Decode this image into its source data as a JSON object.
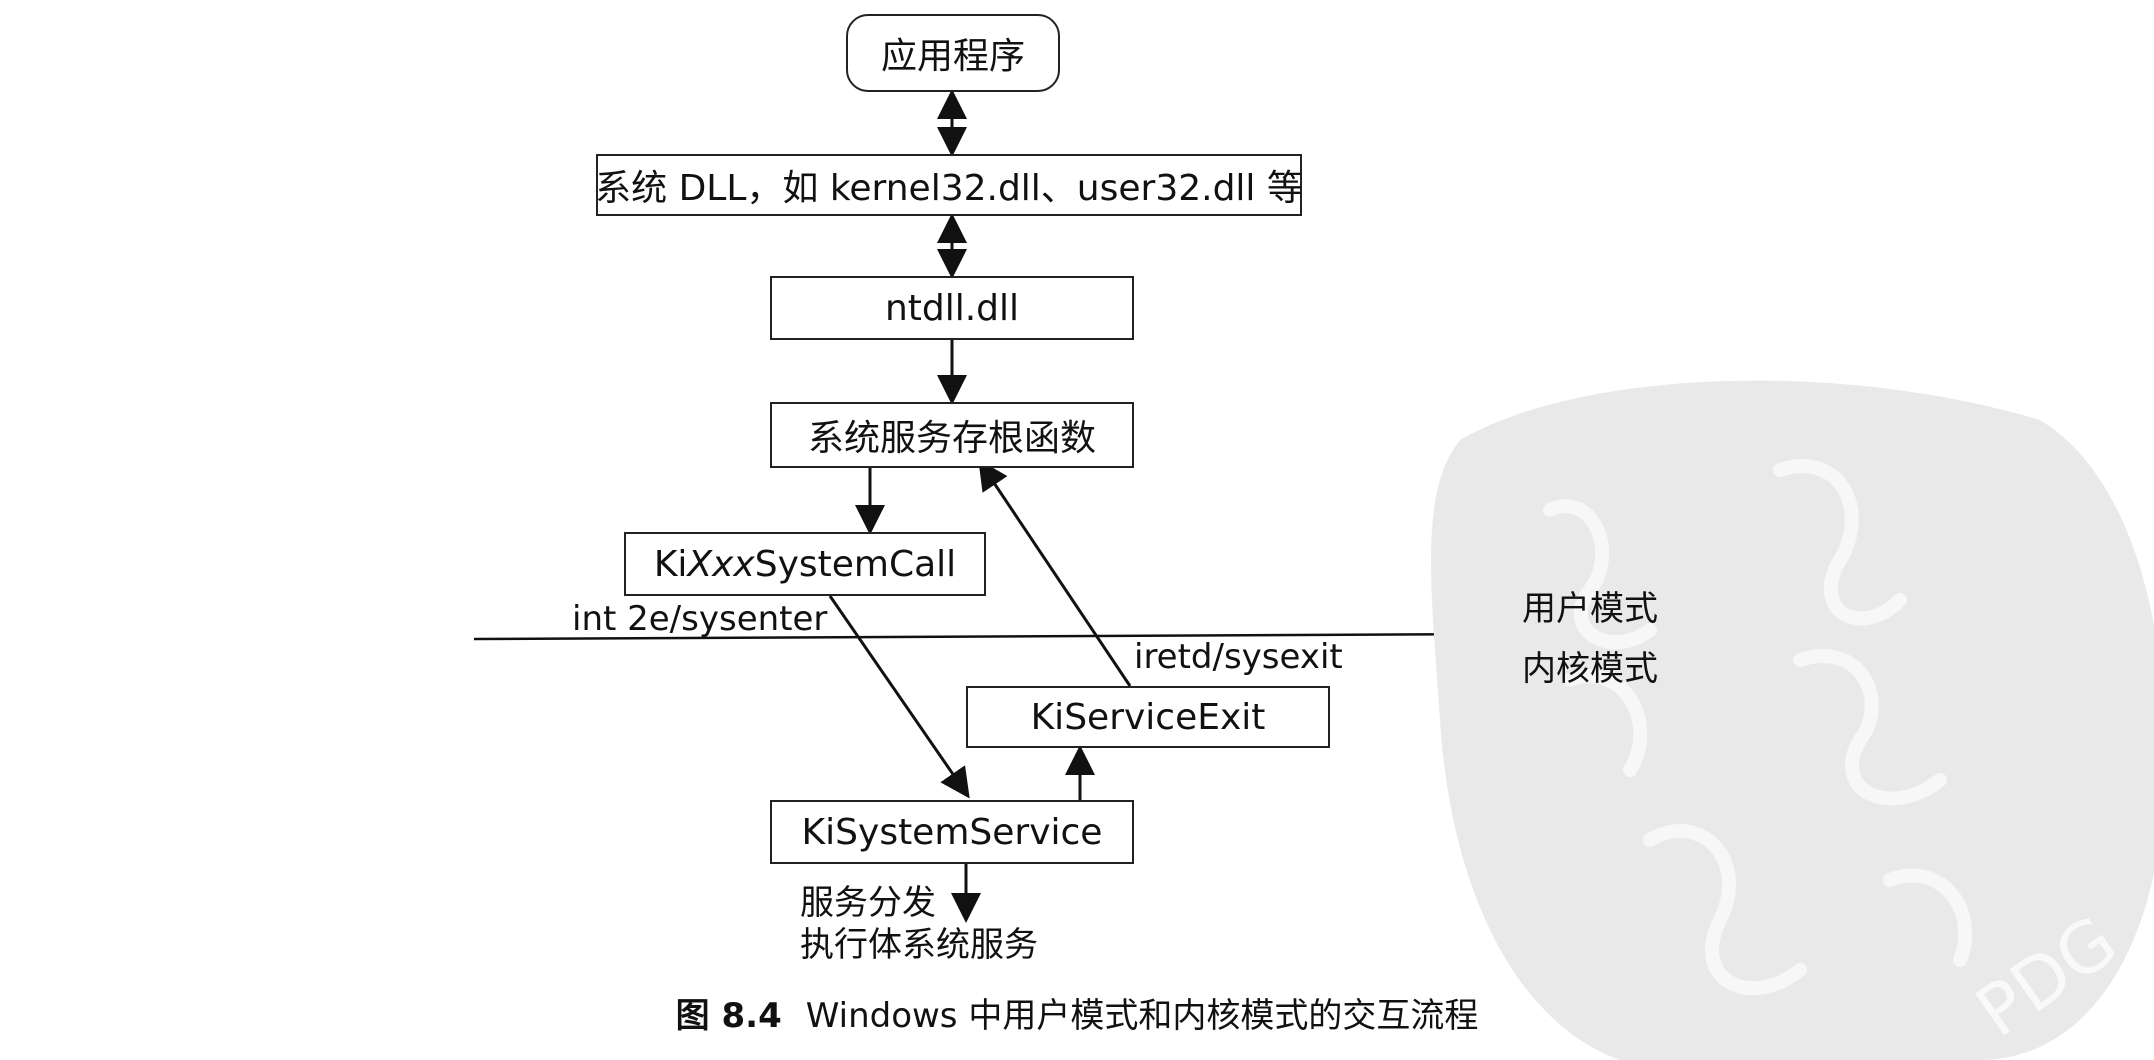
{
  "nodes": {
    "app": "应用程序",
    "sysdll": "系统 DLL，如 kernel32.dll、user32.dll 等",
    "ntdll": "ntdll.dll",
    "stub": "系统服务存根函数",
    "kisyscall": {
      "prefix": "Ki",
      "italic": "Xxx",
      "suffix": "SystemCall"
    },
    "kiserviceexit": "KiServiceExit",
    "kisystemservice": "KiSystemService"
  },
  "labels": {
    "int2e": "int 2e/sysenter",
    "iretd": "iretd/sysexit",
    "user_mode": "用户模式",
    "kernel_mode": "内核模式",
    "dispatch": "服务分发",
    "executive": "执行体系统服务"
  },
  "caption": {
    "fig": "图 8.4",
    "text": "Windows 中用户模式和内核模式的交互流程"
  },
  "watermark": {
    "text": "PDG"
  }
}
